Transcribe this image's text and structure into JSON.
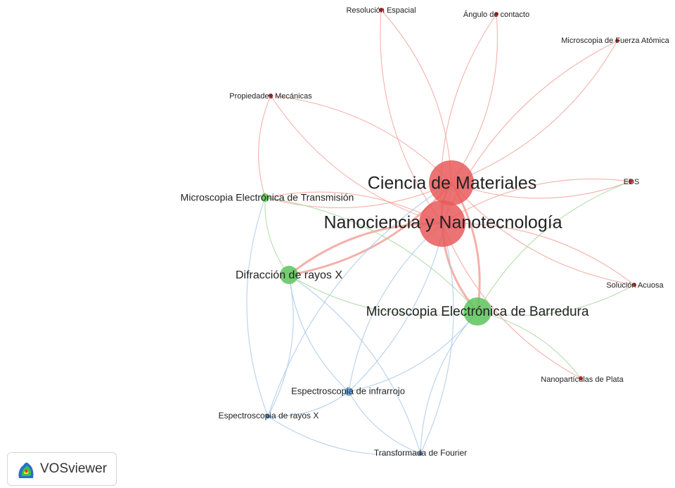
{
  "app": {
    "brand_label": "VOSviewer"
  },
  "colors": {
    "cluster1": "#e85a5a",
    "cluster2": "#5cc45c",
    "cluster3": "#5b9fd6"
  },
  "network": {
    "nodes": [
      {
        "id": "ciencia",
        "label": "Ciencia de Materiales",
        "cluster": 1,
        "weight": 6
      },
      {
        "id": "nano",
        "label": "Nanociencia y Nanotecnología",
        "cluster": 1,
        "weight": 6
      },
      {
        "id": "resolucion",
        "label": "Resolución Espacial",
        "cluster": 1,
        "weight": 1
      },
      {
        "id": "angulo",
        "label": "Ángulo de contacto",
        "cluster": 1,
        "weight": 1
      },
      {
        "id": "afm",
        "label": "Microscopia de Fuerza Atómica",
        "cluster": 1,
        "weight": 1
      },
      {
        "id": "propiedades",
        "label": "Propiedades Mecánicas",
        "cluster": 1,
        "weight": 1
      },
      {
        "id": "eds",
        "label": "EDS",
        "cluster": 1,
        "weight": 1
      },
      {
        "id": "solucion",
        "label": "Solución Acuosa",
        "cluster": 1,
        "weight": 1
      },
      {
        "id": "nanoplata",
        "label": "Nanopartículas de Plata",
        "cluster": 1,
        "weight": 1
      },
      {
        "id": "tem",
        "label": "Microscopia Electrónica de Transmisión",
        "cluster": 2,
        "weight": 2
      },
      {
        "id": "drx",
        "label": "Difracción de rayos X",
        "cluster": 2,
        "weight": 3
      },
      {
        "id": "sem",
        "label": "Microscopia Electrónica de Barredura",
        "cluster": 2,
        "weight": 4
      },
      {
        "id": "ftir",
        "label": "Espectroscopia de infrarrojo",
        "cluster": 3,
        "weight": 2
      },
      {
        "id": "xps",
        "label": "Espectroscopia de rayos X",
        "cluster": 3,
        "weight": 1
      },
      {
        "id": "fourier",
        "label": "Transformada de Fourier",
        "cluster": 3,
        "weight": 1
      }
    ],
    "links": [
      [
        "ciencia",
        "resolucion"
      ],
      [
        "nano",
        "resolucion"
      ],
      [
        "ciencia",
        "angulo"
      ],
      [
        "nano",
        "angulo"
      ],
      [
        "ciencia",
        "afm"
      ],
      [
        "nano",
        "afm"
      ],
      [
        "ciencia",
        "propiedades"
      ],
      [
        "nano",
        "propiedades"
      ],
      [
        "ciencia",
        "eds"
      ],
      [
        "nano",
        "eds"
      ],
      [
        "ciencia",
        "solucion"
      ],
      [
        "nano",
        "solucion"
      ],
      [
        "nano",
        "nanoplata"
      ],
      [
        "sem",
        "nanoplata"
      ],
      [
        "ciencia",
        "nano"
      ],
      [
        "ciencia",
        "tem"
      ],
      [
        "nano",
        "tem"
      ],
      [
        "ciencia",
        "drx"
      ],
      [
        "nano",
        "drx"
      ],
      [
        "ciencia",
        "sem"
      ],
      [
        "nano",
        "sem"
      ],
      [
        "drx",
        "tem"
      ],
      [
        "drx",
        "sem"
      ],
      [
        "tem",
        "sem"
      ],
      [
        "propiedades",
        "tem"
      ],
      [
        "sem",
        "eds"
      ],
      [
        "sem",
        "solucion"
      ],
      [
        "ftir",
        "drx"
      ],
      [
        "ftir",
        "sem"
      ],
      [
        "ftir",
        "nano"
      ],
      [
        "ftir",
        "ciencia"
      ],
      [
        "ftir",
        "xps"
      ],
      [
        "xps",
        "drx"
      ],
      [
        "xps",
        "tem"
      ],
      [
        "xps",
        "fourier"
      ],
      [
        "fourier",
        "ftir"
      ],
      [
        "fourier",
        "nano"
      ],
      [
        "fourier",
        "sem"
      ],
      [
        "fourier",
        "drx"
      ],
      [
        "xps",
        "ciencia"
      ]
    ]
  }
}
